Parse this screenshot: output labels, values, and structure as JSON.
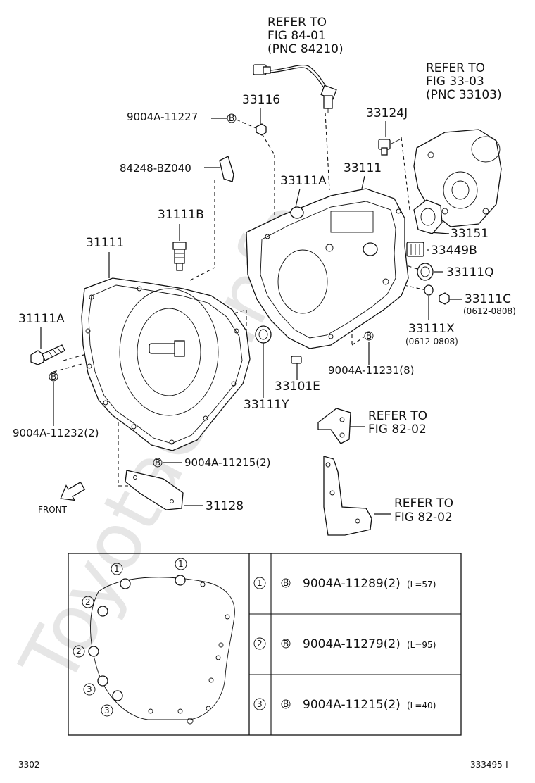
{
  "watermark": "ToyotaCarInfo",
  "callouts": {
    "refer_8401": [
      "REFER TO",
      "FIG 84-01",
      "(PNC 84210)"
    ],
    "refer_3303": [
      "REFER TO",
      "FIG 33-03",
      "(PNC 33103)"
    ],
    "refer_8202_a": [
      "REFER TO",
      "FIG 82-02"
    ],
    "refer_8202_b": [
      "REFER TO",
      "FIG 82-02"
    ]
  },
  "parts": {
    "p33116": "33116",
    "p9004A_11227": "9004A-11227",
    "p33124J": "33124J",
    "p84248": "84248-BZ040",
    "p33111A": "33111A",
    "p33111": "33111",
    "p31111B": "31111B",
    "p31111": "31111",
    "p33151": "33151",
    "p33449B": "33449B",
    "p33111Q": "33111Q",
    "p33111C": "33111C",
    "p33111C_note": "(0612-0808)",
    "p33111X": "33111X",
    "p33111X_note": "(0612-0808)",
    "p31111A": "31111A",
    "p9004A_11231": "9004A-11231(8)",
    "p33101E": "33101E",
    "p33111Y": "33111Y",
    "p9004A_11232": "9004A-11232(2)",
    "p9004A_11215": "9004A-11215(2)",
    "p31128": "31128",
    "front": "FRONT"
  },
  "bolt_marker": "B",
  "bolt_table": [
    {
      "num": "1",
      "part": "9004A-11289(2)",
      "length": "(L=57)"
    },
    {
      "num": "2",
      "part": "9004A-11279(2)",
      "length": "(L=95)"
    },
    {
      "num": "3",
      "part": "9004A-11215(2)",
      "length": "(L=40)"
    }
  ],
  "footer": {
    "left": "3302",
    "right": "333495-I"
  }
}
